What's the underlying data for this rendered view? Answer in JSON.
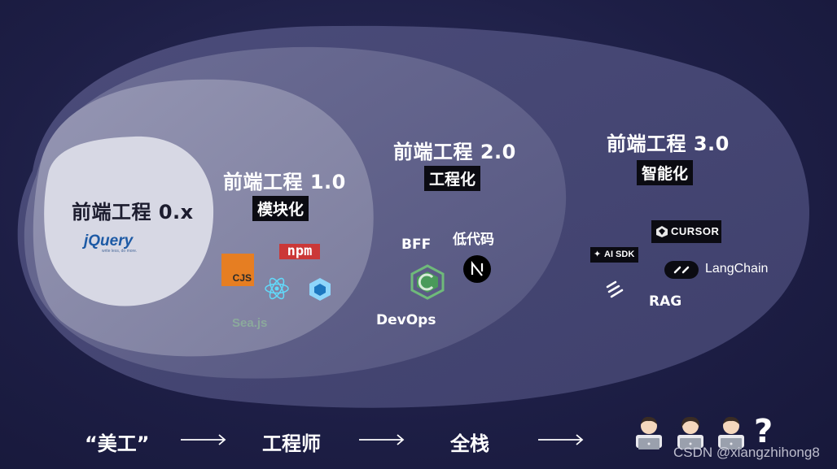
{
  "stages": [
    {
      "title": "前端工程 0.x",
      "tag": ""
    },
    {
      "title": "前端工程 1.0",
      "tag": "模块化"
    },
    {
      "title": "前端工程 2.0",
      "tag": "工程化"
    },
    {
      "title": "前端工程 3.0",
      "tag": "智能化"
    }
  ],
  "logos": {
    "jquery": "jQuery",
    "jquery_sub": "write less, do more.",
    "npm": "npm",
    "cjs": "CJS",
    "seajs": "Sea.js",
    "bff": "BFF",
    "lowcode": "低代码",
    "devops": "DevOps",
    "cursor": "CURSOR",
    "ai_sdk": "AI SDK",
    "langchain": "LangChain",
    "rag": "RAG"
  },
  "flow": {
    "step1": "“美工”",
    "step2": "工程师",
    "step3": "全栈",
    "question": "?"
  },
  "watermark": "CSDN @xiangzhihong8",
  "colors": {
    "background": "#1d1e45",
    "tag_bg": "#0b0b12",
    "npm_red": "#cb3837",
    "cjs_orange": "#e67e22",
    "react_blue": "#61dafb"
  }
}
